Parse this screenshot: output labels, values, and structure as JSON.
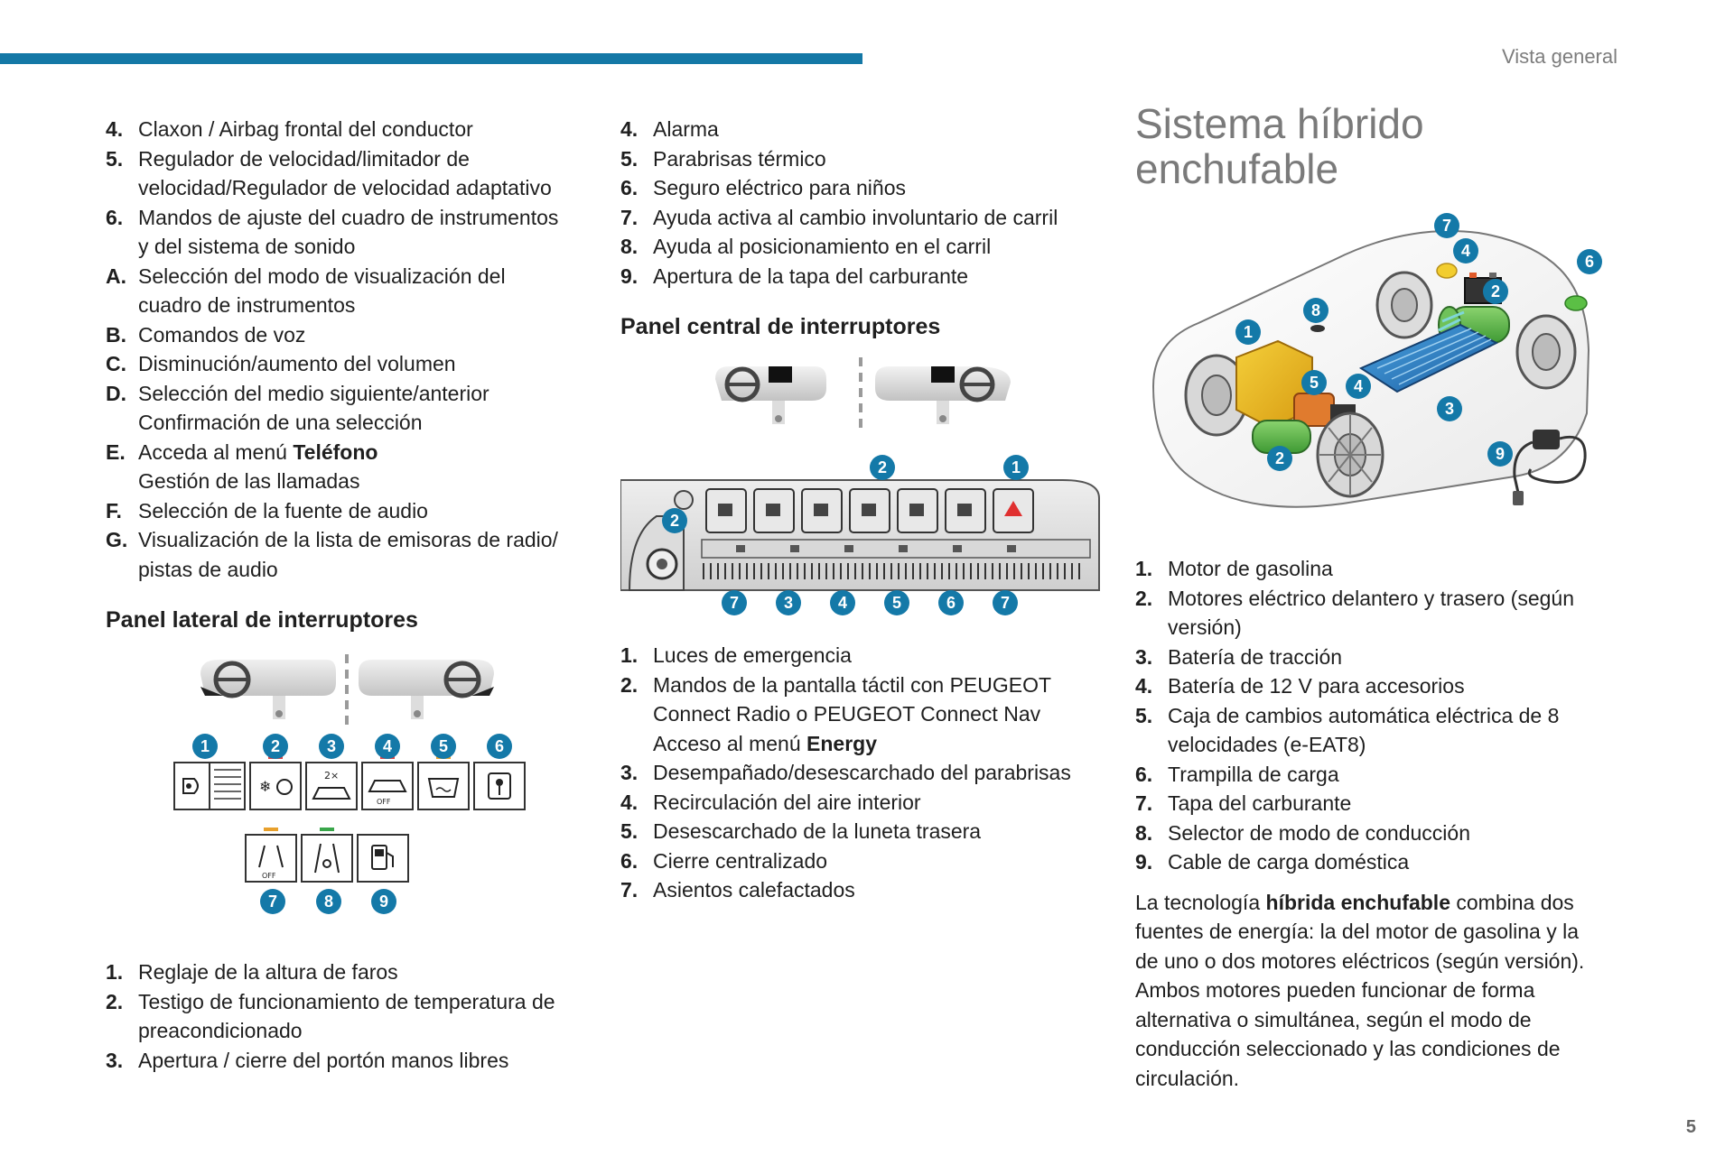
{
  "header": {
    "section": "Vista general"
  },
  "page_number": "5",
  "col1": {
    "items": [
      {
        "marker": "4.",
        "lines": [
          "Claxon / Airbag frontal del conductor"
        ]
      },
      {
        "marker": "5.",
        "lines": [
          "Regulador de velocidad/limitador de",
          "velocidad/Regulador de velocidad adaptativo"
        ]
      },
      {
        "marker": "6.",
        "lines": [
          "Mandos de ajuste del cuadro de instrumentos",
          "y del sistema de sonido"
        ]
      },
      {
        "marker": "A.",
        "lines": [
          "Selección del modo de visualización del",
          "cuadro de instrumentos"
        ]
      },
      {
        "marker": "B.",
        "lines": [
          "Comandos de voz"
        ]
      },
      {
        "marker": "C.",
        "lines": [
          "Disminución/aumento del volumen"
        ]
      },
      {
        "marker": "D.",
        "lines": [
          "Selección del medio siguiente/anterior",
          "Confirmación de una selección"
        ]
      },
      {
        "marker": "E.",
        "line1_text": "Acceda al menú ",
        "line1_bold": "Teléfono",
        "line2": "Gestión de las llamadas"
      },
      {
        "marker": "F.",
        "lines": [
          "Selección de la fuente de audio"
        ]
      },
      {
        "marker": "G.",
        "lines": [
          "Visualización de la lista de emisoras de radio/",
          "pistas de audio"
        ]
      }
    ],
    "side_panel_heading": "Panel lateral de interruptores",
    "side_panel_items": [
      {
        "marker": "1.",
        "lines": [
          "Reglaje de la altura de faros"
        ]
      },
      {
        "marker": "2.",
        "lines": [
          "Testigo de funcionamiento de temperatura de",
          "preacondicionado"
        ]
      },
      {
        "marker": "3.",
        "lines": [
          "Apertura / cierre del portón manos libres"
        ]
      }
    ],
    "side_figure": {
      "callouts": [
        "1",
        "2",
        "3",
        "4",
        "5",
        "6",
        "7",
        "8",
        "9"
      ],
      "icons": [
        "headlamp-height-icon",
        "preconditioning-icon",
        "tailgate-icon",
        "alarm-off-icon",
        "rear-defrost-icon",
        "child-lock-icon",
        "lane-assist-off-icon",
        "lane-position-icon",
        "fuel-flap-icon"
      ]
    }
  },
  "col2": {
    "items": [
      {
        "marker": "4.",
        "lines": [
          "Alarma"
        ]
      },
      {
        "marker": "5.",
        "lines": [
          "Parabrisas térmico"
        ]
      },
      {
        "marker": "6.",
        "lines": [
          "Seguro eléctrico para niños"
        ]
      },
      {
        "marker": "7.",
        "lines": [
          "Ayuda activa al cambio involuntario de carril"
        ]
      },
      {
        "marker": "8.",
        "lines": [
          "Ayuda al posicionamiento en el carril"
        ]
      },
      {
        "marker": "9.",
        "lines": [
          "Apertura de la tapa del carburante"
        ]
      }
    ],
    "center_panel_heading": "Panel central de interruptores",
    "center_figure": {
      "callouts_top": [
        "2",
        "1"
      ],
      "callout_left": "2",
      "callouts_bottom": [
        "7",
        "3",
        "4",
        "5",
        "6",
        "7"
      ]
    },
    "center_panel_items": [
      {
        "marker": "1.",
        "lines": [
          "Luces de emergencia"
        ]
      },
      {
        "marker": "2.",
        "line1": "Mandos de la pantalla táctil con PEUGEOT",
        "line2": "Connect Radio o PEUGEOT Connect Nav",
        "line3_text": "Acceso al menú ",
        "line3_bold": "Energy"
      },
      {
        "marker": "3.",
        "lines": [
          "Desempañado/desescarchado del parabrisas"
        ]
      },
      {
        "marker": "4.",
        "lines": [
          "Recirculación del aire interior"
        ]
      },
      {
        "marker": "5.",
        "lines": [
          "Desescarchado de la luneta trasera"
        ]
      },
      {
        "marker": "6.",
        "lines": [
          "Cierre centralizado"
        ]
      },
      {
        "marker": "7.",
        "lines": [
          "Asientos calefactados"
        ]
      }
    ]
  },
  "col3": {
    "title_line1": "Sistema híbrido",
    "title_line2": "enchufable",
    "car_figure": {
      "callouts": [
        "1",
        "2",
        "3",
        "4",
        "5",
        "6",
        "7",
        "8",
        "9",
        "2",
        "4"
      ]
    },
    "items": [
      {
        "marker": "1.",
        "lines": [
          "Motor de gasolina"
        ]
      },
      {
        "marker": "2.",
        "lines": [
          "Motores eléctrico delantero y trasero (según",
          "versión)"
        ]
      },
      {
        "marker": "3.",
        "lines": [
          "Batería de tracción"
        ]
      },
      {
        "marker": "4.",
        "lines": [
          "Batería de 12 V para accesorios"
        ]
      },
      {
        "marker": "5.",
        "lines": [
          "Caja de cambios automática eléctrica de 8",
          "velocidades (e-EAT8)"
        ]
      },
      {
        "marker": "6.",
        "lines": [
          "Trampilla de carga"
        ]
      },
      {
        "marker": "7.",
        "lines": [
          "Tapa del carburante"
        ]
      },
      {
        "marker": "8.",
        "lines": [
          "Selector de modo de conducción"
        ]
      },
      {
        "marker": "9.",
        "lines": [
          "Cable de carga doméstica"
        ]
      }
    ],
    "paragraph": {
      "line1_pre": "La tecnología ",
      "line1_bold": "híbrida enchufable",
      "line1_post": " combina dos",
      "rest": [
        "fuentes de energía: la del motor de gasolina y la",
        "de uno o dos motores eléctricos (según versión).",
        "Ambos motores pueden funcionar de forma",
        "alternativa o simultánea, según el modo de",
        "conducción seleccionado y las condiciones de",
        "circulación."
      ]
    }
  },
  "colors": {
    "accent_bar": "#1478a6",
    "callout": "#1479a8",
    "heading_gray": "#7a7a7a"
  }
}
